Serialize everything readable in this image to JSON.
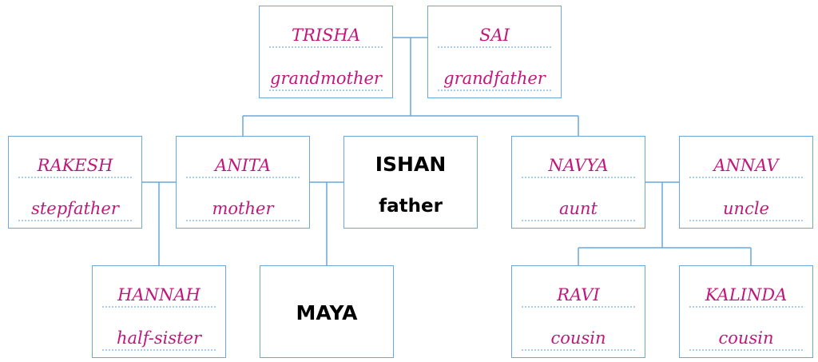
{
  "colors": {
    "name_text": "#c0187a",
    "border": "#6aa8dc"
  },
  "people": {
    "trisha": {
      "name": "TRISHA",
      "relation": "grandmother"
    },
    "sai": {
      "name": "SAI",
      "relation": "grandfather"
    },
    "rakesh": {
      "name": "RAKESH",
      "relation": "stepfather"
    },
    "anita": {
      "name": "ANITA",
      "relation": "mother"
    },
    "ishan": {
      "name": "ISHAN",
      "relation": "father"
    },
    "navya": {
      "name": "NAVYA",
      "relation": "aunt"
    },
    "annav": {
      "name": "ANNAV",
      "relation": "uncle"
    },
    "hannah": {
      "name": "HANNAH",
      "relation": "half-sister"
    },
    "maya": {
      "name": "MAYA"
    },
    "ravi": {
      "name": "RAVI",
      "relation": "cousin"
    },
    "kalinda": {
      "name": "KALINDA",
      "relation": "cousin"
    }
  }
}
